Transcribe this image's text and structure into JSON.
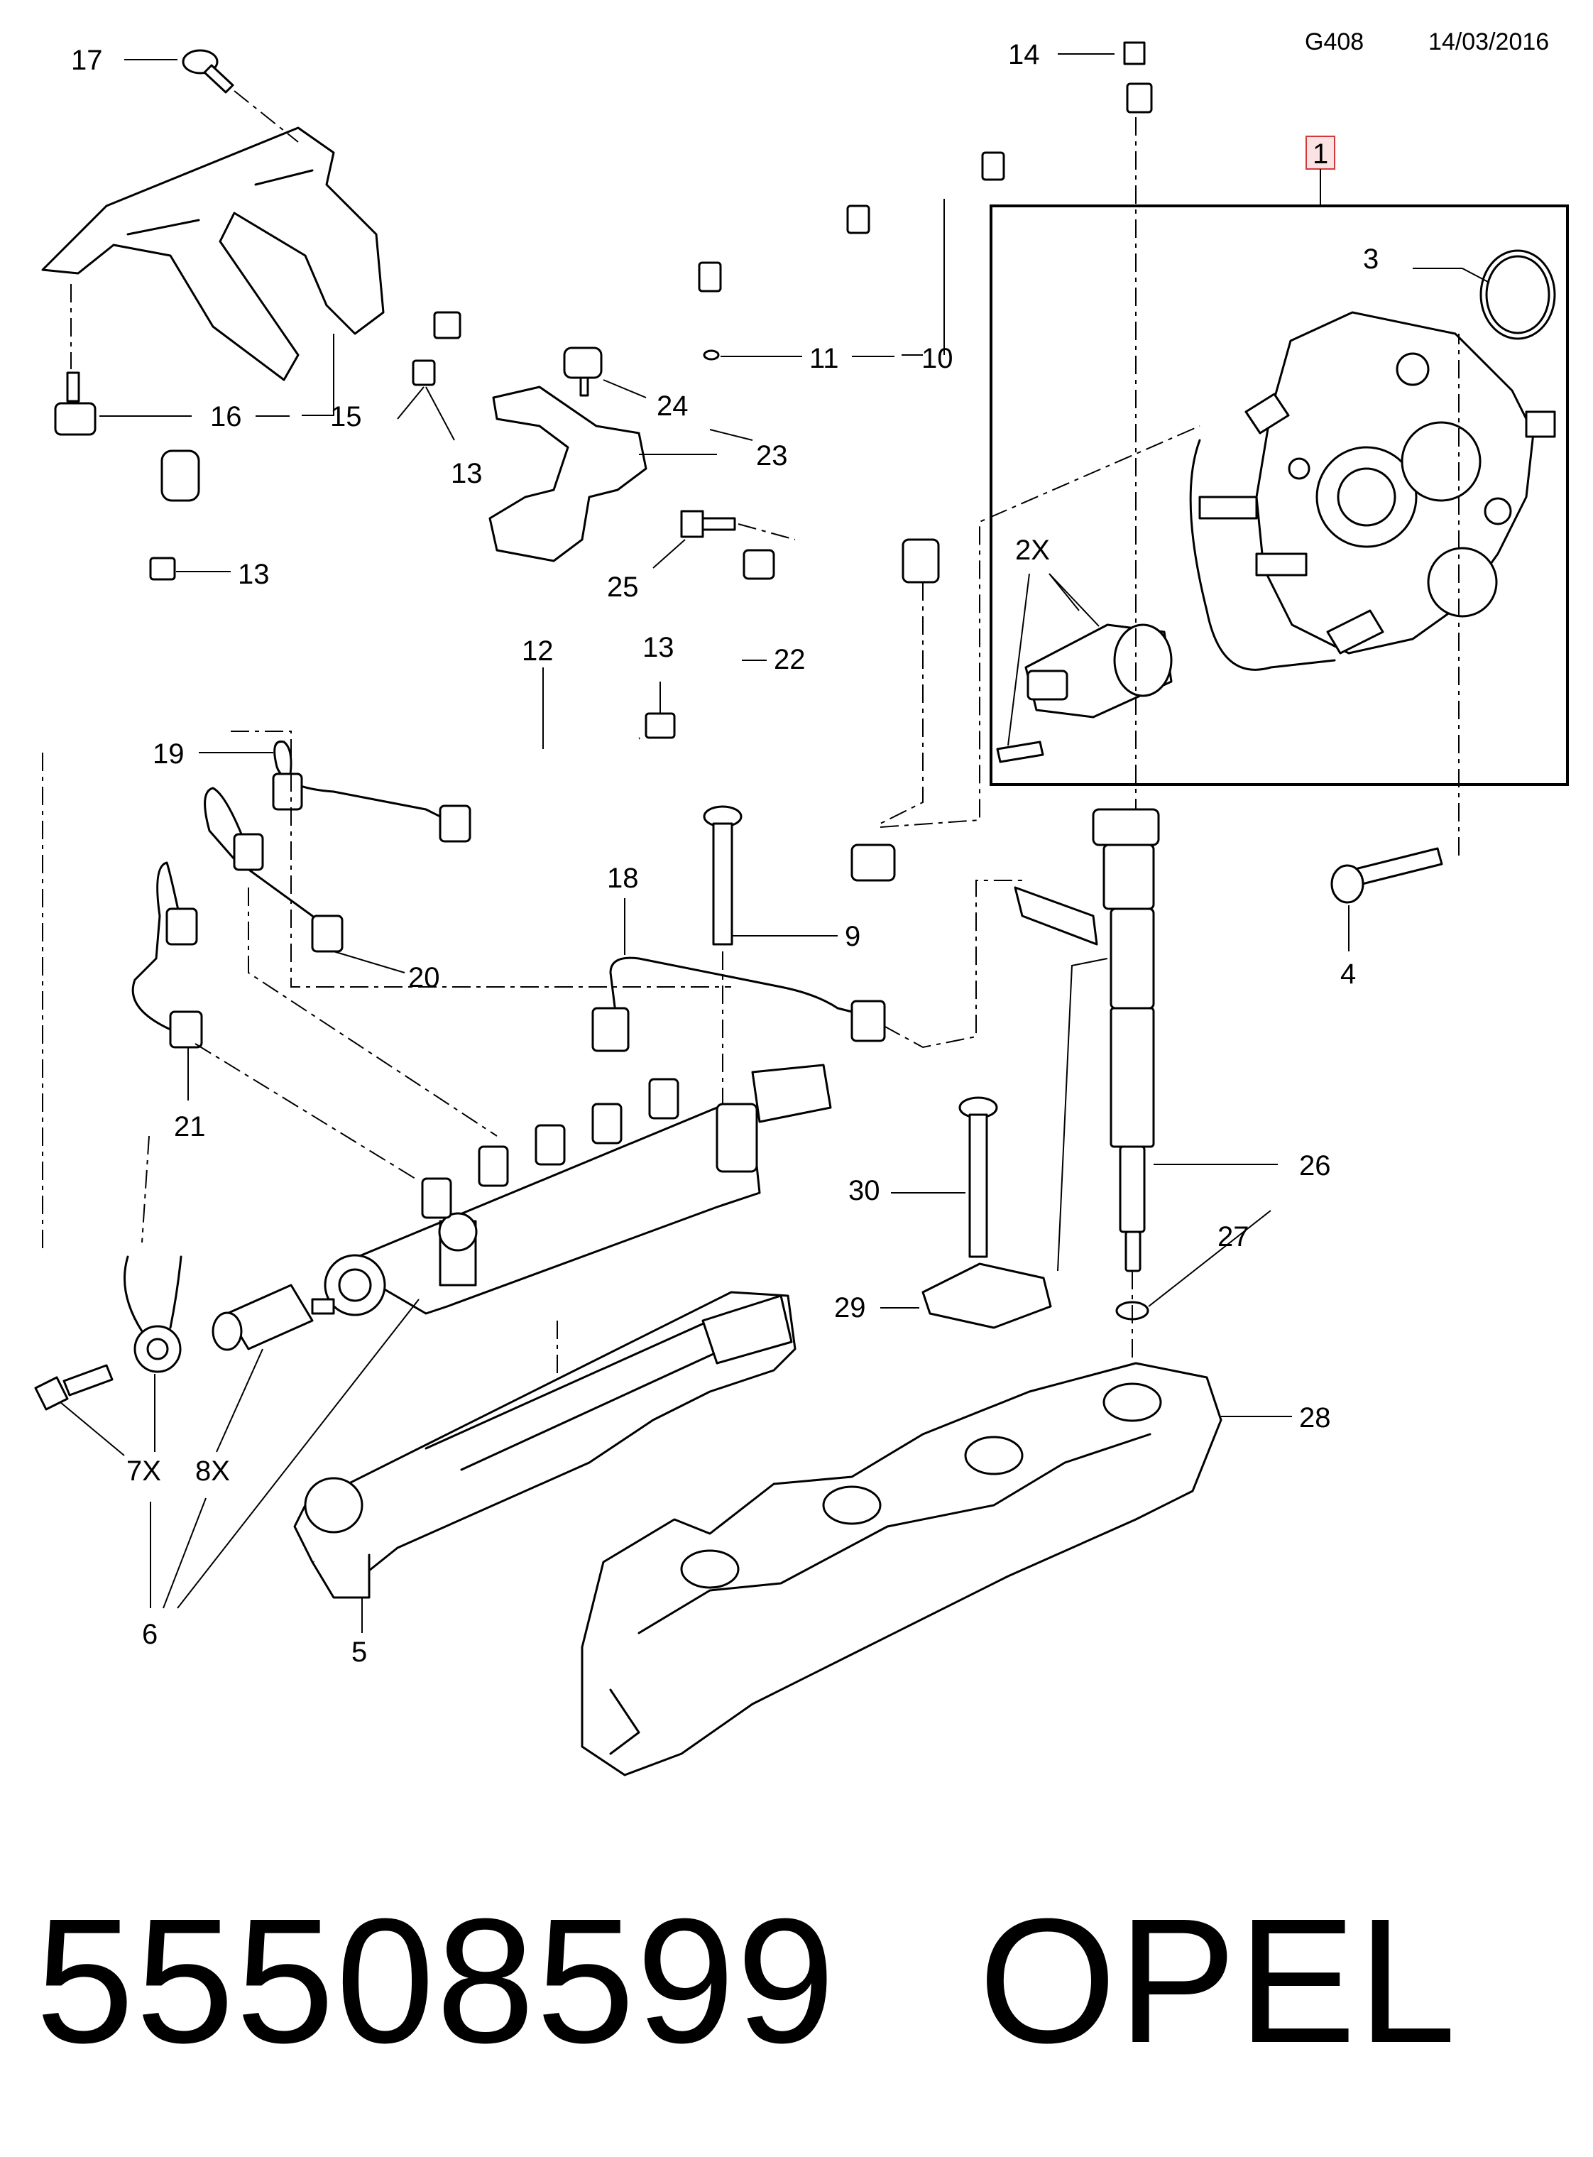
{
  "header": {
    "code": "G408",
    "date": "14/03/2016"
  },
  "callouts": {
    "c1": "1",
    "c2x": "2X",
    "c3": "3",
    "c4": "4",
    "c5": "5",
    "c6": "6",
    "c7x": "7X",
    "c8x": "8X",
    "c9": "9",
    "c10": "10",
    "c11": "11",
    "c12": "12",
    "c13a": "13",
    "c13b": "13",
    "c13c": "13",
    "c14": "14",
    "c15": "15",
    "c16": "16",
    "c17": "17",
    "c18": "18",
    "c19": "19",
    "c20": "20",
    "c21": "21",
    "c22": "22",
    "c23": "23",
    "c24": "24",
    "c25": "25",
    "c26": "26",
    "c27": "27",
    "c28": "28",
    "c29": "29",
    "c30": "30"
  },
  "footer": {
    "part_number": "55508599",
    "brand": "OPEL"
  }
}
